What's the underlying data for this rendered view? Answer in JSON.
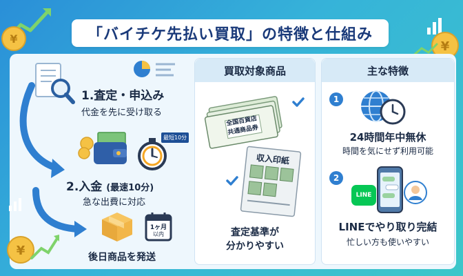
{
  "title": "「バイチケ先払い買取」の特徴と仕組み",
  "left_flow": {
    "step1_title": "1.査定・申込み",
    "step1_sub": "代金を先に受け取る",
    "step2_title": "2.入金",
    "step2_paren": "(最速10分)",
    "step2_sub": "急な出費に対応",
    "step3_sub": "後日商品を発送",
    "timer_tag": "最短10分",
    "calendar_top": "1ヶ月",
    "calendar_bottom": "以内"
  },
  "middle": {
    "header": "買取対象商品",
    "voucher_line1": "全国百貨店",
    "voucher_line2": "共通商品券",
    "stamp_title": "収入印紙",
    "caption_line1": "査定基準が",
    "caption_line2": "分かりやすい"
  },
  "right": {
    "header": "主な特徴",
    "badge1": "1",
    "feature1_title": "24時間年中無休",
    "feature1_sub": "時間を気にせず利用可能",
    "badge2": "2",
    "line_icon_label": "LINE",
    "feature2_title": "LINEでやり取り完結",
    "feature2_sub": "忙しい方も使いやすい"
  },
  "colors": {
    "bg_start": "#2a8fd8",
    "bg_end": "#3cc7c9",
    "title_text": "#1a3a7a",
    "accent_blue": "#2f7fd0",
    "line_green": "#06c755",
    "coin_gold": "#f5c244",
    "wallet_blue": "#2f5fa8"
  }
}
